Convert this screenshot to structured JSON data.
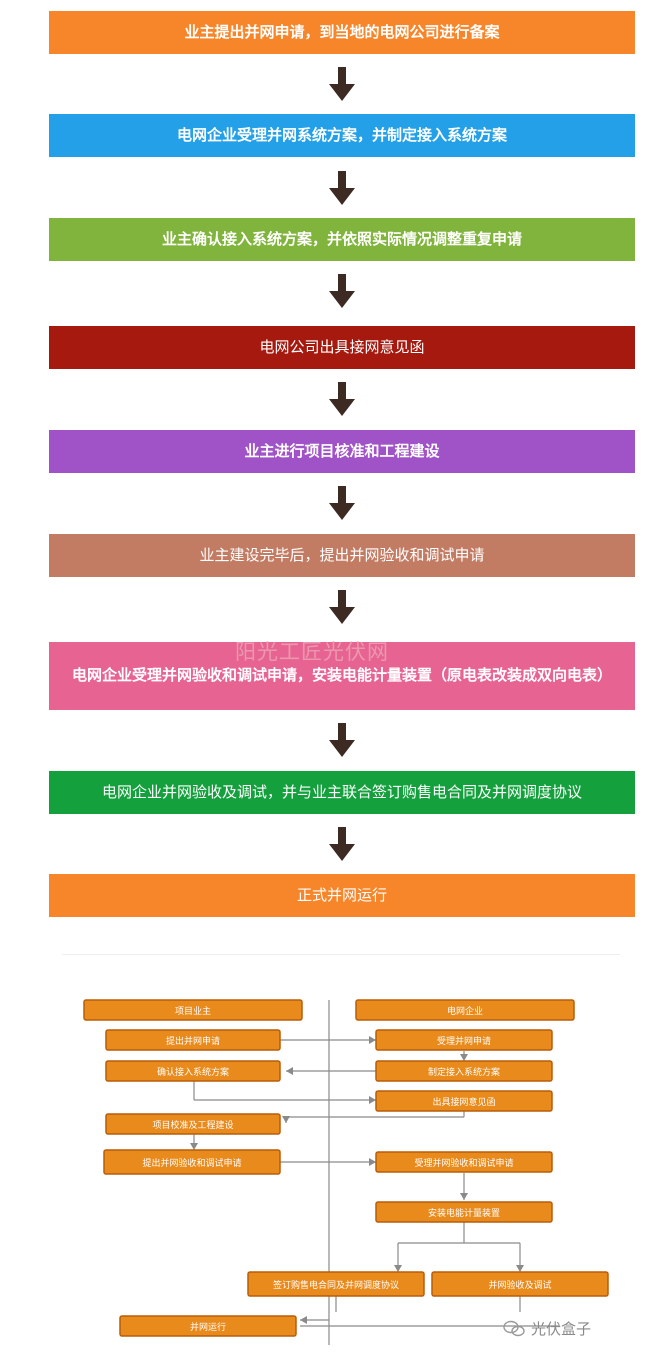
{
  "colors": {
    "orange": "#f7852a",
    "blue": "#23a0e8",
    "green": "#80b43c",
    "dark_red": "#a6190f",
    "purple": "#a053c6",
    "tan": "#c37c64",
    "pink": "#e76492",
    "dark_green": "#14a03c",
    "arrow": "#3d2a22",
    "flow_box": "#e98a1c"
  },
  "steps": [
    {
      "label": "业主提出并网申请，到当地的电网公司进行备案",
      "color": "#f7852a"
    },
    {
      "label": "电网企业受理并网系统方案，并制定接入系统方案",
      "color": "#23a0e8"
    },
    {
      "label": "业主确认接入系统方案，并依照实际情况调整重复申请",
      "color": "#80b43c"
    },
    {
      "label": "电网公司出具接网意见函",
      "color": "#a6190f"
    },
    {
      "label": "业主进行项目核准和工程建设",
      "color": "#a053c6"
    },
    {
      "label": "业主建设完毕后，提出并网验收和调试申请",
      "color": "#c37c64"
    },
    {
      "label": "电网企业受理并网验收和调试申请，安装电能计量装置（原电表改装成双向电表）",
      "color": "#e76492"
    },
    {
      "label": "电网企业并网验收及调试，并与业主联合签订购售电合同及并网调度协议",
      "color": "#14a03c"
    },
    {
      "label": "正式并网运行",
      "color": "#f7852a"
    }
  ],
  "watermark": "阳光工匠光伏网",
  "flowchart": {
    "owner_header": "项目业主",
    "grid_header": "电网企业",
    "owner_apply": "提出并网申请",
    "grid_accept": "受理并网申请",
    "owner_confirm": "确认接入系统方案",
    "grid_plan": "制定接入系统方案",
    "grid_letter": "出具接网意见函",
    "owner_build": "项目校准及工程建设",
    "owner_accept_apply": "提出并网验收和调试申请",
    "grid_accept_apply": "受理并网验收和调试申请",
    "grid_meter": "安装电能计量装置",
    "sign_contract": "签订购售电合同及并网调度协议",
    "grid_acceptance": "并网验收及调试",
    "run": "并网运行"
  },
  "credit": "光伏盒子"
}
